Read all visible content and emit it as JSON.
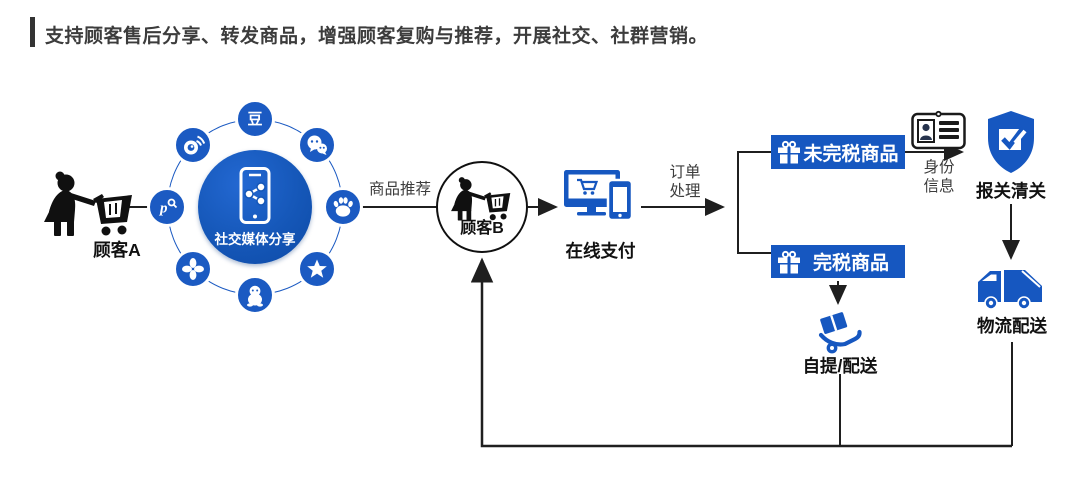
{
  "header": {
    "title": "支持顾客售后分享、转发商品，增强顾客复购与推荐，开展社交、社群营销。"
  },
  "colors": {
    "accent_blue": "#1657c0",
    "ring_blue": "#1b5ac2",
    "dark_text": "#3c3c3c",
    "line_black": "#1f1f1f",
    "white": "#ffffff"
  },
  "nodes": {
    "customer_a": {
      "label": "顾客A"
    },
    "social_share": {
      "label": "社交媒体分享",
      "douban_glyph": "豆",
      "platforms": [
        "douban",
        "wechat",
        "baidu",
        "qzone",
        "qq",
        "clover",
        "p-search",
        "weibo"
      ]
    },
    "customer_b": {
      "label": "顾客B"
    },
    "online_payment": {
      "label": "在线支付"
    },
    "untaxed_goods": {
      "label": "未完税商品"
    },
    "taxed_goods": {
      "label": "完税商品"
    },
    "customs": {
      "label": "报关清关"
    },
    "logistics": {
      "label": "物流配送"
    },
    "pickup_delivery": {
      "label": "自提/配送"
    }
  },
  "edges": {
    "recommend_label": "商品推荐",
    "order_processing": {
      "line1": "订单",
      "line2": "处理"
    },
    "identity_info": {
      "line1": "身份",
      "line2": "信息"
    }
  }
}
